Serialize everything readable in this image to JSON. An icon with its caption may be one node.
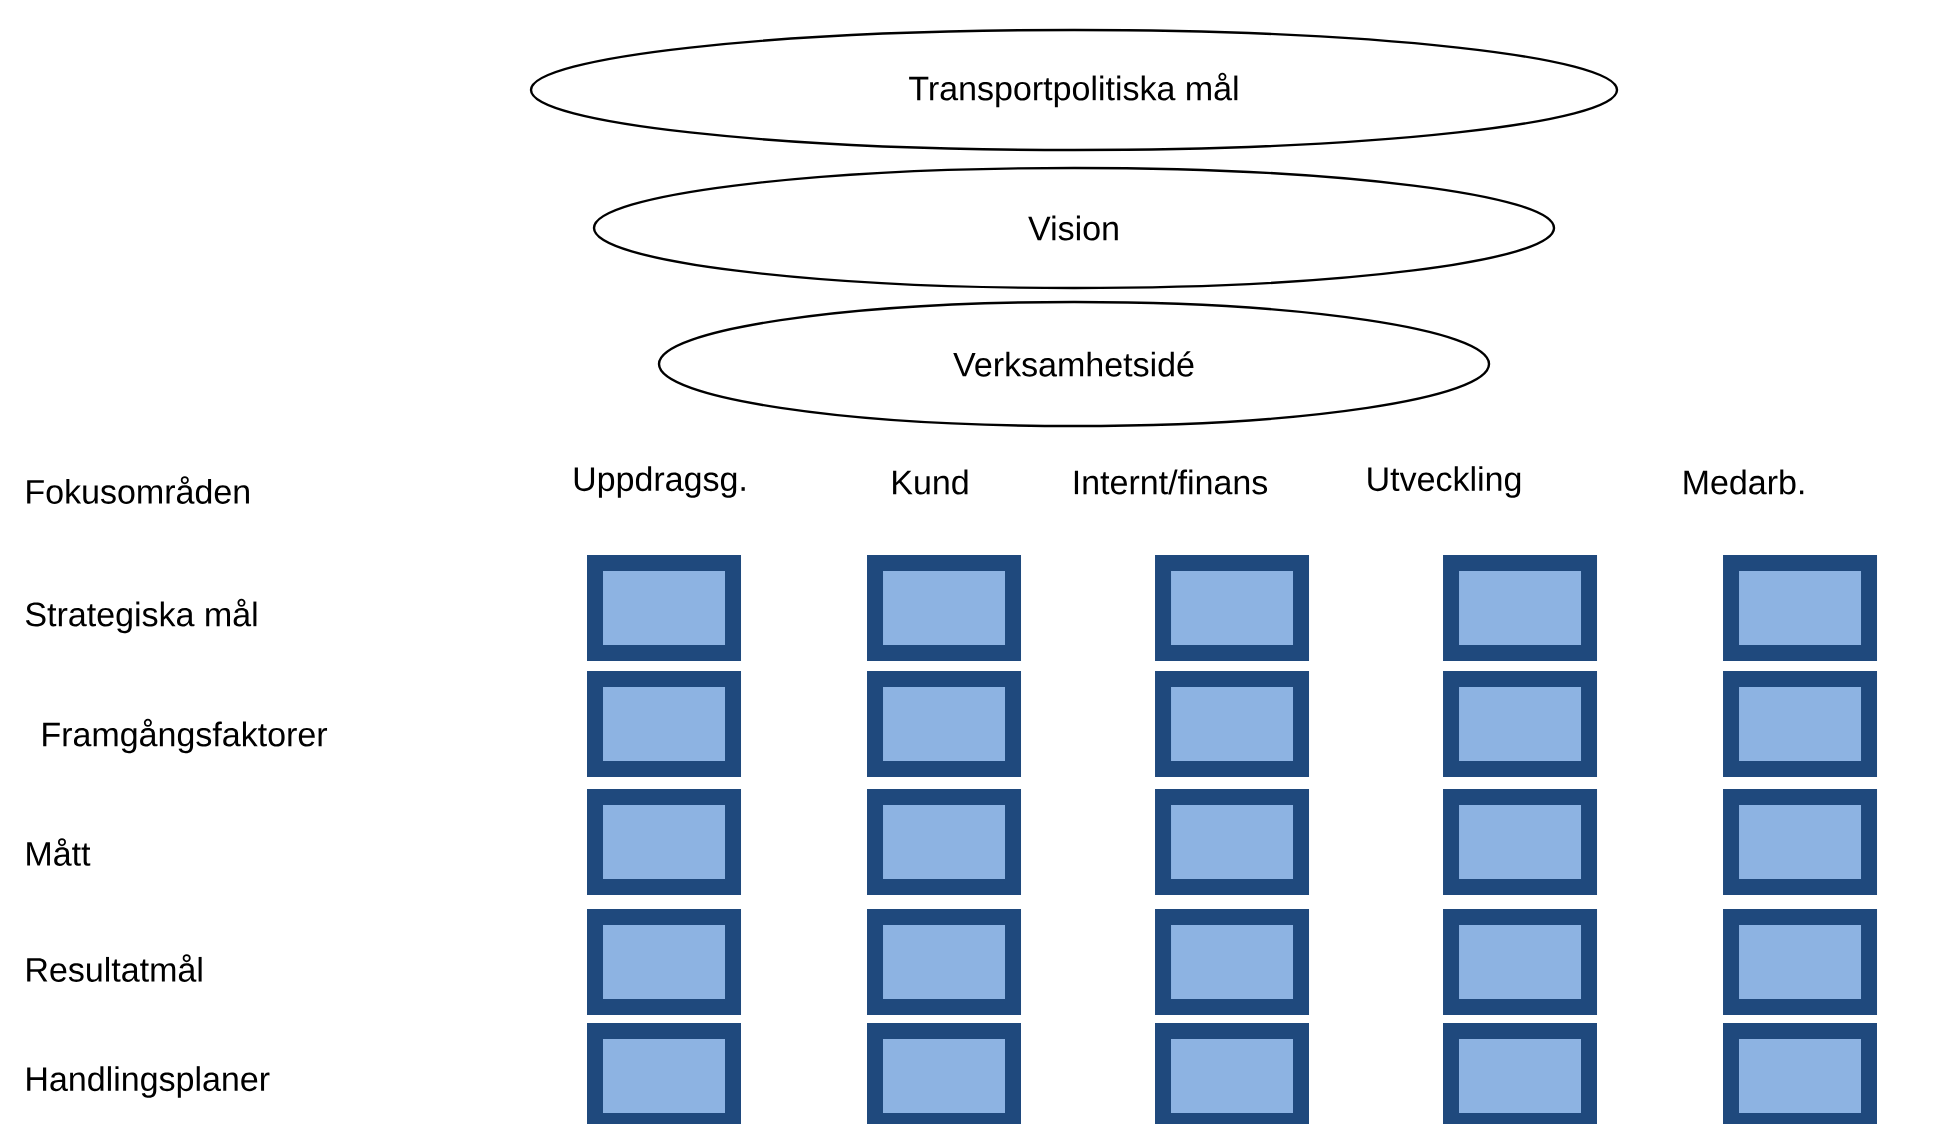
{
  "diagram": {
    "nodes": [
      {
        "text": [
          "Transportpolitiska mål"
        ]
      },
      {
        "text": [
          "Vision"
        ]
      },
      {
        "text": [
          "Verksamhetsidé"
        ]
      },
      {
        "text": [],
        "shape": "box"
      },
      {
        "text": [],
        "shape": "box"
      },
      {
        "text": [],
        "shape": "box"
      },
      {
        "text": [],
        "shape": "box"
      },
      {
        "text": [],
        "shape": "box"
      },
      {
        "text": [],
        "shape": "box"
      },
      {
        "text": [],
        "shape": "box"
      },
      {
        "text": [],
        "shape": "box"
      },
      {
        "text": [],
        "shape": "box"
      },
      {
        "text": [],
        "shape": "box"
      },
      {
        "text": [],
        "shape": "box"
      },
      {
        "text": [],
        "shape": "box"
      },
      {
        "text": [],
        "shape": "box"
      },
      {
        "text": [],
        "shape": "box"
      },
      {
        "text": [],
        "shape": "box"
      },
      {
        "text": [],
        "shape": "box"
      },
      {
        "text": [],
        "shape": "box"
      },
      {
        "text": [],
        "shape": "box"
      },
      {
        "text": [],
        "shape": "box"
      },
      {
        "text": [],
        "shape": "box"
      },
      {
        "text": [],
        "shape": "box"
      },
      {
        "text": [],
        "shape": "box"
      },
      {
        "text": [],
        "shape": "box"
      },
      {
        "text": [],
        "shape": "box"
      },
      {
        "text": [],
        "shape": "box"
      }
    ],
    "labels": [
      "Fokusområden",
      "Uppdragsg.",
      "Kund",
      "Internt/finans",
      "Utveckling",
      "Medarb.",
      "Strategiska mål",
      "Framgångsfaktorer",
      "Mått",
      "Resultatmål",
      "Handlingsplaner"
    ]
  }
}
